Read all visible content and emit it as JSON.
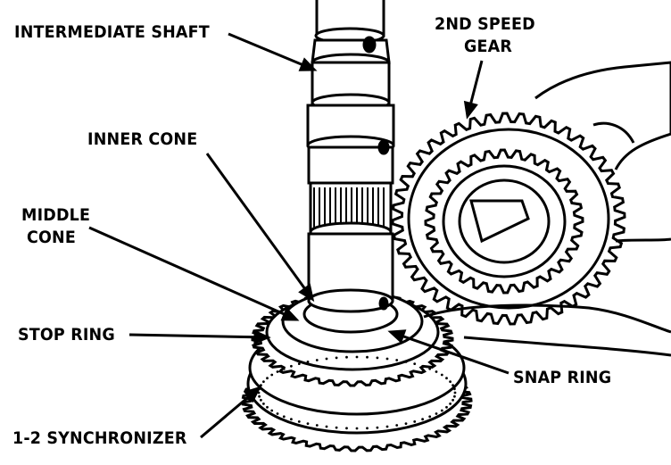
{
  "labels": {
    "intermediate_shaft": "INTERMEDIATE SHAFT",
    "second_speed_gear_line1": "2ND SPEED",
    "second_speed_gear_line2": "GEAR",
    "inner_cone": "INNER CONE",
    "middle_cone_line1": "MIDDLE",
    "middle_cone_line2": "CONE",
    "stop_ring": "STOP RING",
    "snap_ring": "SNAP RING",
    "synchronizer": "1-2 SYNCHRONIZER"
  },
  "colors": {
    "ink": "#000000",
    "paper": "#ffffff"
  }
}
